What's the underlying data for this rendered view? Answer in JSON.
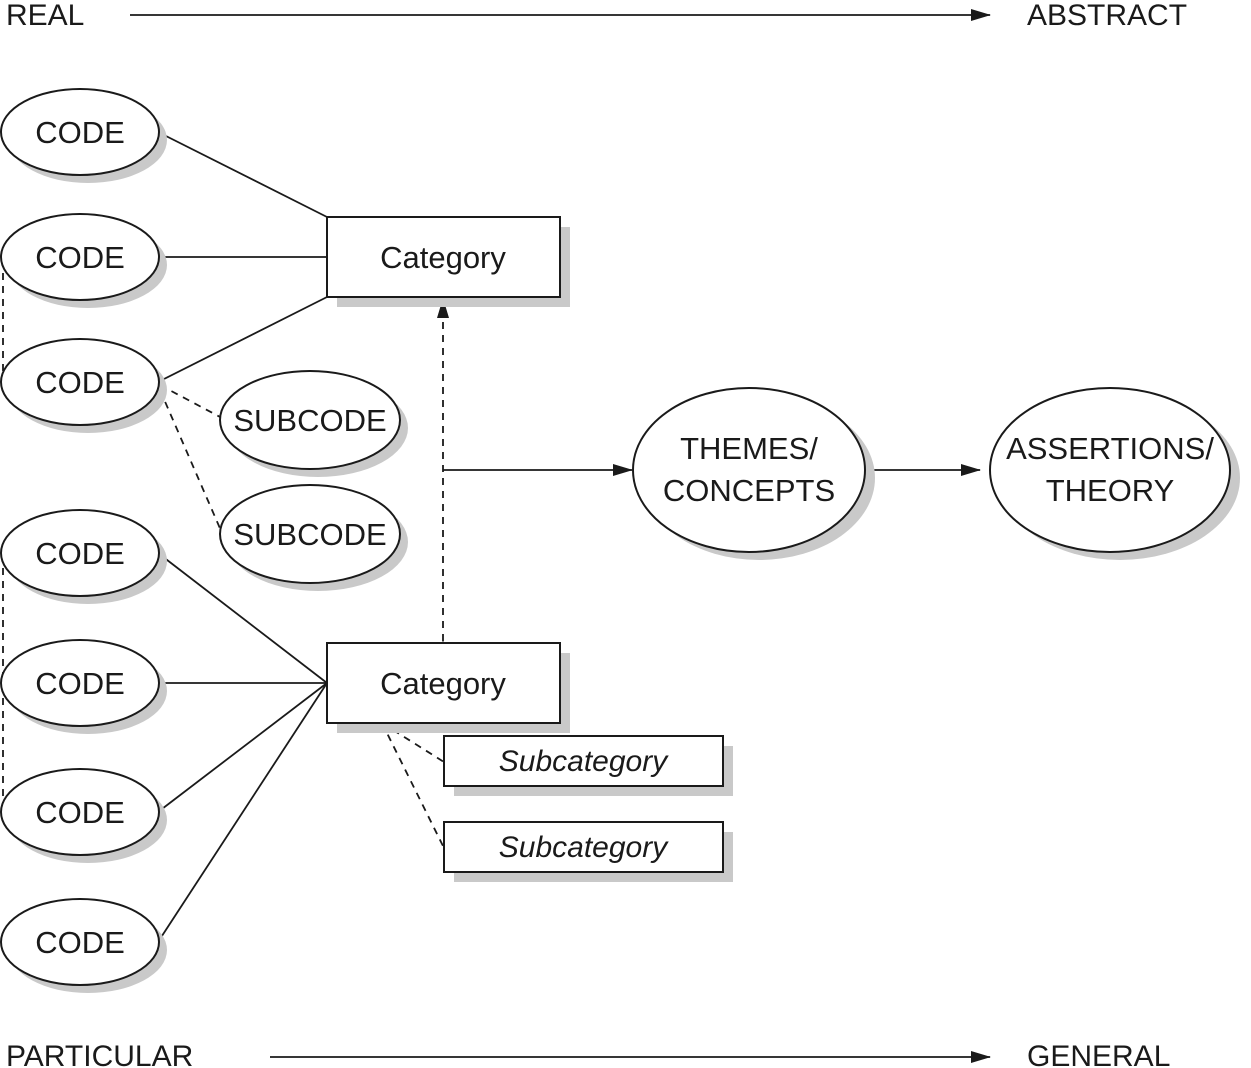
{
  "axes": {
    "top_left": "REAL",
    "top_right": "ABSTRACT",
    "bottom_left": "PARTICULAR",
    "bottom_right": "GENERAL"
  },
  "codes": [
    "CODE",
    "CODE",
    "CODE",
    "CODE",
    "CODE",
    "CODE",
    "CODE"
  ],
  "subcodes": [
    "SUBCODE",
    "SUBCODE"
  ],
  "categories": [
    "Category",
    "Category"
  ],
  "subcategories": [
    "Subcategory",
    "Subcategory"
  ],
  "themes": {
    "line1": "THEMES/",
    "line2": "CONCEPTS"
  },
  "assertions": {
    "line1": "ASSERTIONS/",
    "line2": "THEORY"
  }
}
